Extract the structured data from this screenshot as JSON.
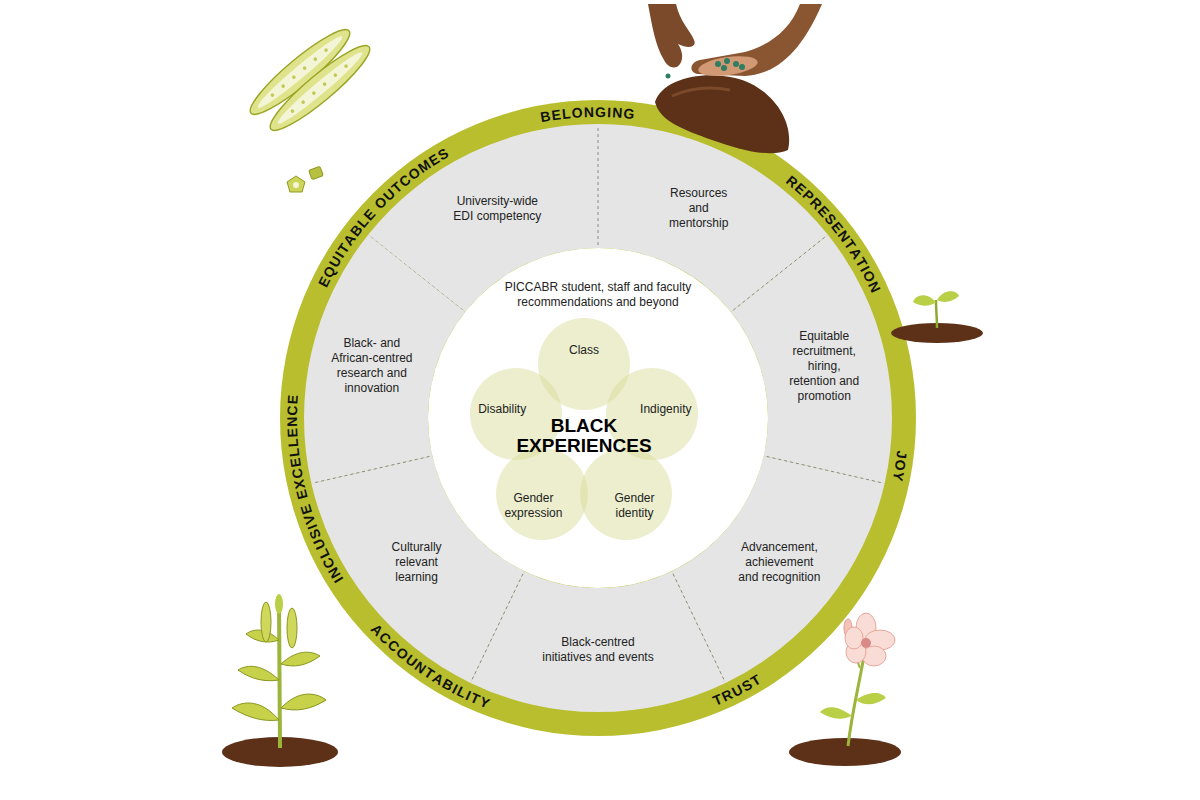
{
  "diagram": {
    "nodes": [
      {
        "text": [
          "BELONGING",
          "REPRESENTATION",
          "JOY",
          "TRUST",
          "ACCOUNTABILITY",
          "INCLUSIVE EXCELLENCE",
          "EQUITABLE OUTCOMES"
        ]
      },
      {
        "text": [
          "University-wide EDI competency"
        ],
        "in": 0
      },
      {
        "text": [
          "Resources and mentorship"
        ],
        "in": 0
      },
      {
        "text": [
          "Equitable recruitment, hiring, retention and promotion"
        ],
        "in": 0
      },
      {
        "text": [
          "Advancement, achievement and recognition"
        ],
        "in": 0
      },
      {
        "text": [
          "Black-centred initiatives and events"
        ],
        "in": 0
      },
      {
        "text": [
          "Culturally relevant learning"
        ],
        "in": 0
      },
      {
        "text": [
          "Black- and African-centred research and innovation"
        ],
        "in": 0
      },
      {
        "text": [
          "PICCABR student, staff and faculty recommendations and beyond",
          "BLACK EXPERIENCES"
        ],
        "in": 0
      },
      {
        "text": [
          "Class"
        ],
        "in": 8
      },
      {
        "text": [
          "Indigenity"
        ],
        "in": 8
      },
      {
        "text": [
          "Gender identity"
        ],
        "in": 8
      },
      {
        "text": [
          "Gender expression"
        ],
        "in": 8
      },
      {
        "text": [
          "Disability"
        ],
        "in": 8
      }
    ]
  }
}
